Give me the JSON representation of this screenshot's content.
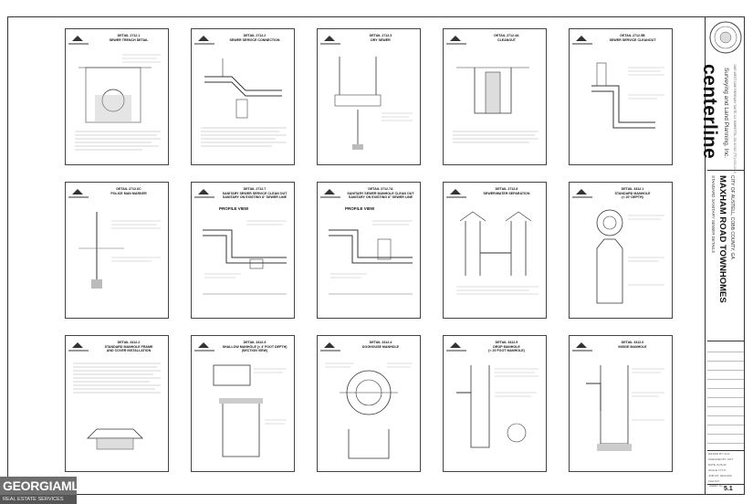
{
  "panels": [
    {
      "title": "DETAIL 2712.1\nSEWER TRENCH DETAIL"
    },
    {
      "title": "DETAIL 2712.2\nSEWER SERVICE CONNECTION"
    },
    {
      "title": "DETAIL 2712.3\nDRY SEWER"
    },
    {
      "title": "DETAIL 2712.4A\nCLEANOUT"
    },
    {
      "title": "DETAIL 2712.5B\nSEWER SERVICE CLEANOUT"
    },
    {
      "title": "DETAIL 2712.6C\nPOLICE MAN MARKER"
    },
    {
      "title": "DETAIL 2712.7\nSANITARY SEWER SERVICE CLEAN OUT\nSANITARY ON EXISTING 8\" SEWER LINE",
      "view": "PROFILE VIEW"
    },
    {
      "title": "DETAIL 2712.7A\nSANITARY SEWER MANHOLE CLEAN OUT\nSANITARY ON EXISTING 8\" SEWER LINE",
      "view": "PROFILE VIEW"
    },
    {
      "title": "DETAIL 2712.8\nSEWER/WATER SEPARATION"
    },
    {
      "title": "DETAIL 3412.1\nSTANDARD MANHOLE\n(< 20' DEPTH)"
    },
    {
      "title": "DETAIL 3412.2\nSTANDARD MANHOLE FRAME\nAND COVER INSTALLATION"
    },
    {
      "title": "DETAIL 3412.3\nSHALLOW MANHOLE (< 4' FOOT DEPTH)\n(SECTION VIEW)"
    },
    {
      "title": "DETAIL 3412.4\nDOGHOUSE MANHOLE"
    },
    {
      "title": "DETAIL 3412.5\nDROP MANHOLE\n(< 20 FOOT MANHOLE)"
    },
    {
      "title": "DETAIL 3412.6\nINSIDE MANHOLE"
    }
  ],
  "titleblock": {
    "company_name": "centerline",
    "company_sub": "Surveying and Land Planning, Inc.",
    "company_addr": "1880 WEST OAK PARKWAY SUITE 110  MARIETTA, GA 30062  (770) 000-0000",
    "sheet_label": "STANDARD SANITARY SEWER DETAILS",
    "project_name": "MAXHAM ROAD TOWNHOMES",
    "project_location": "CITY OF AUSTELL, COBB COUNTY, GA",
    "info": [
      "DRAWN BY: KLD",
      "CHECKED BY: CDT",
      "DATE: 8-26-22",
      "SCALE: N.T.S.",
      "JOB NO: 2022-000",
      "FILE NO:"
    ],
    "sheet_no_label": "SHEET No.",
    "sheet_no": "5.1"
  },
  "watermark": {
    "brand": "GEORGIAMLS",
    "tagline": "REAL ESTATE SERVICES"
  }
}
